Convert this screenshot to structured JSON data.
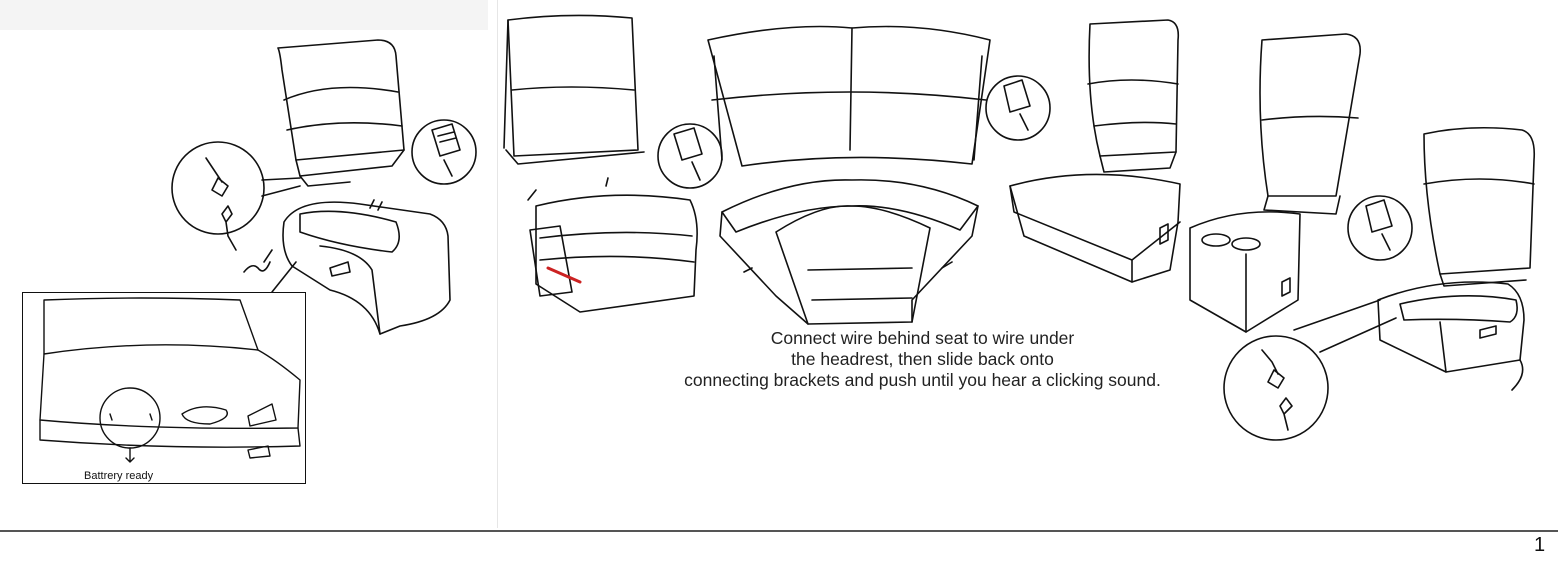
{
  "instructions": {
    "line1": "Connect wire behind seat to wire under",
    "line2": "the headrest, then slide back onto",
    "line3": "connecting brackets and push until you hear a clicking sound."
  },
  "inset": {
    "label": "Battrery ready"
  },
  "footer": {
    "page_number": "1"
  },
  "colors": {
    "line": "#111111",
    "accent": "#cc2222",
    "rule": "#555555"
  }
}
